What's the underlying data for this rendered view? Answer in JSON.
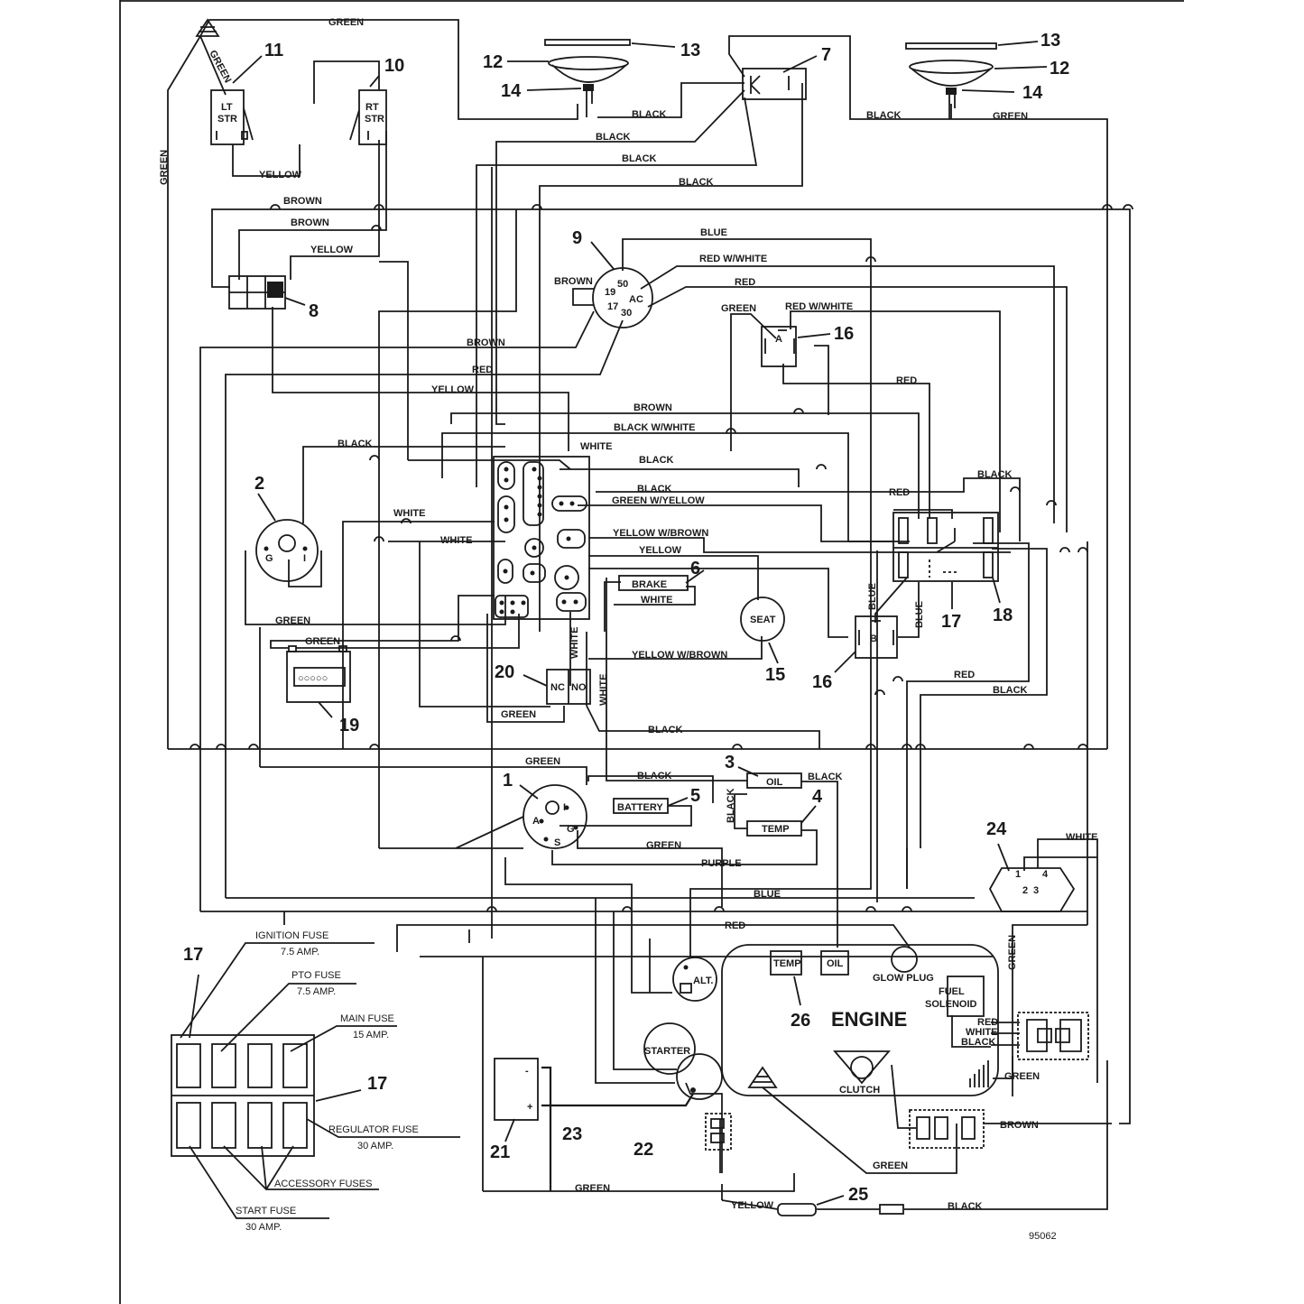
{
  "drawing_number": "95062",
  "engine_label": "ENGINE",
  "callouts": {
    "c1": "1",
    "c2": "2",
    "c3": "3",
    "c4": "4",
    "c5": "5",
    "c6": "6",
    "c7": "7",
    "c8": "8",
    "c9": "9",
    "c10": "10",
    "c11": "11",
    "c12a": "12",
    "c12b": "12",
    "c13a": "13",
    "c13b": "13",
    "c14a": "14",
    "c14b": "14",
    "c15": "15",
    "c16a": "16",
    "c16b": "16",
    "c17a": "17",
    "c17b": "17",
    "c17c": "17",
    "c18": "18",
    "c19": "19",
    "c20": "20",
    "c21": "21",
    "c22": "22",
    "c23": "23",
    "c24": "24",
    "c25": "25",
    "c26": "26"
  },
  "component_labels": {
    "lt_str_1": "LT",
    "lt_str_2": "STR",
    "rt_str_1": "RT",
    "rt_str_2": "STR",
    "brake": "BRAKE",
    "seat": "SEAT",
    "battery": "BATTERY",
    "oil_sw": "OIL",
    "temp_sw": "TEMP",
    "engine_temp": "TEMP",
    "engine_oil": "OIL",
    "glow_plug": "GLOW PLUG",
    "fuel_sol_1": "FUEL",
    "fuel_sol_2": "SOLENOID",
    "clutch": "CLUTCH",
    "starter": "STARTER",
    "alt": "ALT.",
    "nc": "NC",
    "no": "NO",
    "relay_a": "A",
    "relay_b": "B",
    "sw9_50": "50",
    "sw9_19": "19",
    "sw9_ac": "AC",
    "sw9_17": "17",
    "sw9_30": "30",
    "ig_a": "A",
    "ig_i": "I",
    "ig_s": "S",
    "ig_g": "G",
    "sw2_g": "G",
    "sw2_i": "I",
    "r24_1": "1",
    "r24_4": "4",
    "r24_2": "2",
    "r24_3": "3",
    "bat_minus": "-",
    "bat_plus": "+",
    "sw19_pins": "○○○○○"
  },
  "wire_labels": {
    "w_green_top": "GREEN",
    "w_green_ant": "GREEN",
    "w_green_left": "GREEN",
    "w_yellow_str": "YELLOW",
    "w_black_13": "BLACK",
    "w_black_7a": "BLACK",
    "w_black_7b": "BLACK",
    "w_black_7c": "BLACK",
    "w_black_r": "BLACK",
    "w_green_r": "GREEN",
    "w_brown_1": "BROWN",
    "w_brown_2": "BROWN",
    "w_yellow_8": "YELLOW",
    "w_blue_top": "BLUE",
    "w_redwhite_9": "RED W/WHITE",
    "w_red_9": "RED",
    "w_brown_9": "BROWN",
    "w_green_16": "GREEN",
    "w_redwhite_16": "RED W/WHITE",
    "w_brown_mid": "BROWN",
    "w_red_mid": "RED",
    "w_yellow_mid": "YELLOW",
    "w_red_17": "RED",
    "w_brown_h": "BROWN",
    "w_blackwhite": "BLACK W/WHITE",
    "w_white_h": "WHITE",
    "w_black_h1": "BLACK",
    "w_black_h2": "BLACK",
    "w_greenyellow": "GREEN W/YELLOW",
    "w_black_18": "BLACK",
    "w_red_18": "RED",
    "w_yellowbrown_h": "YELLOW W/BROWN",
    "w_yellow_h": "YELLOW",
    "w_white_brake": "WHITE",
    "w_black_2": "BLACK",
    "w_white_2": "WHITE",
    "w_white_3": "WHITE",
    "w_green_2": "GREEN",
    "w_green_19": "GREEN",
    "w_yellowbrown_seat": "YELLOW W/BROWN",
    "w_white_20a": "WHITE",
    "w_white_20b": "WHITE",
    "w_green_20": "GREEN",
    "w_black_long": "BLACK",
    "w_red_r": "RED",
    "w_black_r2": "BLACK",
    "w_blue_16a": "BLUE",
    "w_blue_16b": "BLUE",
    "w_green_ig": "GREEN",
    "w_black_ig": "BLACK",
    "w_black_oil": "BLACK",
    "w_black_vert": "BLACK",
    "w_green_ig2": "GREEN",
    "w_purple": "PURPLE",
    "w_blue_bot": "BLUE",
    "w_red_bot": "RED",
    "w_white_24": "WHITE",
    "w_green_24": "GREEN",
    "w_red_conn": "RED",
    "w_white_conn": "WHITE",
    "w_black_conn": "BLACK",
    "w_green_conn": "GREEN",
    "w_brown_clutch": "BROWN",
    "w_green_ground": "GREEN",
    "w_green_bat": "GREEN",
    "w_yellow_25": "YELLOW",
    "w_black_25": "BLACK"
  },
  "fuse_block": {
    "ignition": "IGNITION FUSE",
    "ignition_amp": "7.5 AMP.",
    "pto": "PTO FUSE",
    "pto_amp": "7.5 AMP.",
    "main": "MAIN FUSE",
    "main_amp": "15 AMP.",
    "regulator": "REGULATOR FUSE",
    "regulator_amp": "30 AMP.",
    "accessory": "ACCESSORY FUSES",
    "start": "START FUSE",
    "start_amp": "30 AMP."
  }
}
